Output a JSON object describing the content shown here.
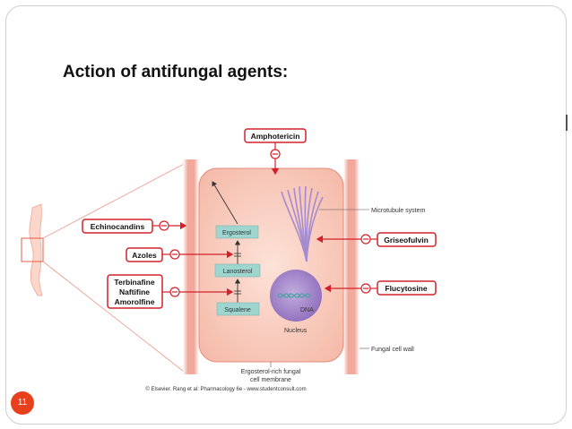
{
  "slide": {
    "title": "Action of antifungal agents:",
    "page_number": "11"
  },
  "diagram": {
    "drugs": {
      "amphotericin": "Amphotericin",
      "echinocandins": "Echinocandins",
      "azoles": "Azoles",
      "terbinafine_group": [
        "Terbinafine",
        "Naftifine",
        "Amorolfine"
      ],
      "griseofulvin": "Griseofulvin",
      "flucytosine": "Flucytosine"
    },
    "pathway": {
      "ergosterol": "Ergosterol",
      "lanosterol": "Lanosterol",
      "squalene": "Squalene"
    },
    "labels": {
      "microtubule": "Microtubule system",
      "dna": "DNA",
      "nucleus": "Nucleus",
      "cell_wall": "Fungal cell wall",
      "membrane_line1": "Ergosterol-rich fungal",
      "membrane_line2": "cell membrane"
    },
    "credit": "© Elsevier. Rang et al: Pharmacology 6e - www.studentconsult.com",
    "colors": {
      "arrow_red": "#d4202a",
      "cell_fill": "#f8cabc",
      "wall_fill": "#f3b3a8",
      "pathway_box": "#9fd5cf",
      "nucleus_fill": "#9a7cc4"
    }
  }
}
